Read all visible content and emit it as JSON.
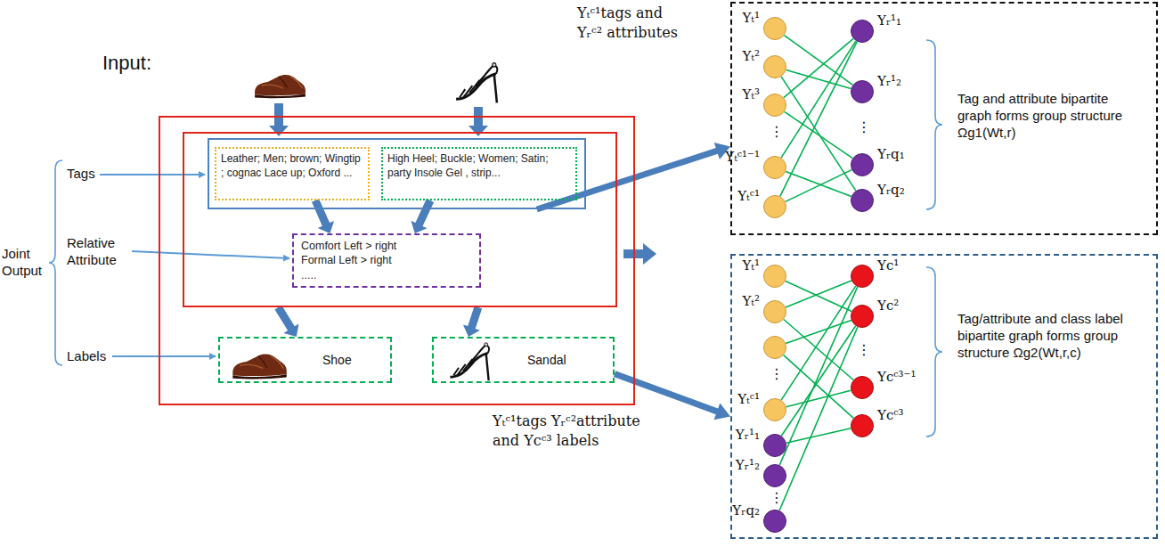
{
  "diagram": {
    "nodes": [
      {
        "text": []
      },
      {
        "text": [],
        "in": 0
      },
      {
        "text": [],
        "in": 1
      },
      {
        "text": [
          "Leather; Men; brown; Wingtip ; cognac Lace up; Oxford ..."
        ],
        "in": 2
      },
      {
        "text": [
          "High Heel; Buckle; Women; Satin; party Insole Gel , strip..."
        ],
        "in": 2
      },
      {
        "text": [
          "Comfort Left > right",
          "Formal Left > right",
          "....."
        ],
        "in": 1
      },
      {
        "text": [
          "Shoe"
        ],
        "in": 0
      },
      {
        "text": [
          "Sandal"
        ],
        "in": 0
      },
      {
        "text": [
          "Tag and attribute bipartite graph forms group structure Ωg1(Wt,r)"
        ]
      },
      {
        "text": [
          "Yₜ¹"
        ],
        "in": 8
      },
      {
        "text": [
          "Yₜ²"
        ],
        "in": 8
      },
      {
        "text": [
          "Yₜ³"
        ],
        "in": 8
      },
      {
        "text": [
          "Yₜᶜ¹⁻¹"
        ],
        "in": 8
      },
      {
        "text": [
          "Yₜᶜ¹"
        ],
        "in": 8
      },
      {
        "text": [
          "Yᵣ¹₁"
        ],
        "in": 8
      },
      {
        "text": [
          "Yᵣ¹₂"
        ],
        "in": 8
      },
      {
        "text": [
          "Yᵣq₁"
        ],
        "in": 8
      },
      {
        "text": [
          "Yᵣq₂"
        ],
        "in": 8
      },
      {
        "text": [
          "Tag/attribute and class label bipartite graph forms group structure Ωg2(Wt,r,c)"
        ]
      },
      {
        "text": [
          "Yₜ¹"
        ],
        "in": 18
      },
      {
        "text": [
          "Yₜ²"
        ],
        "in": 18
      },
      {
        "text": [],
        "in": 18
      },
      {
        "text": [
          "Yₜᶜ¹"
        ],
        "in": 18
      },
      {
        "text": [
          "Yᵣ¹₁"
        ],
        "in": 18
      },
      {
        "text": [
          "Yᵣ¹₂"
        ],
        "in": 18
      },
      {
        "text": [
          "Yᵣq₂"
        ],
        "in": 18
      },
      {
        "text": [
          "Yc¹"
        ],
        "in": 18
      },
      {
        "text": [
          "Yc²"
        ],
        "in": 18
      },
      {
        "text": [
          "Ycᶜ³⁻¹"
        ],
        "in": 18
      },
      {
        "text": [
          "Ycᶜ³"
        ],
        "in": 18
      }
    ],
    "edges": [
      {
        "from": 3,
        "to": 5,
        "arrow": "to"
      },
      {
        "from": 4,
        "to": 5,
        "arrow": "to"
      },
      {
        "from": 1,
        "to": 6,
        "arrow": "to"
      },
      {
        "from": 1,
        "to": 7,
        "arrow": "to"
      },
      {
        "from": 2,
        "to": 8,
        "arrow": "to"
      },
      {
        "from": 7,
        "to": 18,
        "arrow": "to"
      },
      {
        "from": 9,
        "to": 15,
        "arrow": "none"
      },
      {
        "from": 10,
        "to": 15,
        "arrow": "none"
      },
      {
        "from": 10,
        "to": 17,
        "arrow": "none"
      },
      {
        "from": 11,
        "to": 14,
        "arrow": "none"
      },
      {
        "from": 11,
        "to": 16,
        "arrow": "none"
      },
      {
        "from": 12,
        "to": 14,
        "arrow": "none"
      },
      {
        "from": 12,
        "to": 17,
        "arrow": "none"
      },
      {
        "from": 13,
        "to": 14,
        "arrow": "none"
      },
      {
        "from": 13,
        "to": 16,
        "arrow": "none"
      },
      {
        "from": 19,
        "to": 27,
        "arrow": "none"
      },
      {
        "from": 20,
        "to": 26,
        "arrow": "none"
      },
      {
        "from": 20,
        "to": 28,
        "arrow": "none"
      },
      {
        "from": 21,
        "to": 27,
        "arrow": "none"
      },
      {
        "from": 21,
        "to": 29,
        "arrow": "none"
      },
      {
        "from": 22,
        "to": 26,
        "arrow": "none"
      },
      {
        "from": 22,
        "to": 28,
        "arrow": "none"
      },
      {
        "from": 23,
        "to": 27,
        "arrow": "none"
      },
      {
        "from": 23,
        "to": 29,
        "arrow": "none"
      },
      {
        "from": 24,
        "to": 26,
        "arrow": "none"
      },
      {
        "from": 25,
        "to": 27,
        "arrow": "none"
      }
    ],
    "labels": [
      "Input:",
      "Tags",
      "Relative Attribute",
      "Labels",
      "Joint Output",
      "Yₜᶜ¹tags and Yᵣᶜ² attributes",
      "⋮",
      "⋮",
      "Yₜᶜ¹tags Yᵣᶜ²attribute and Ycᶜ³ labels",
      "⋮",
      "⋮",
      "⋮"
    ]
  }
}
